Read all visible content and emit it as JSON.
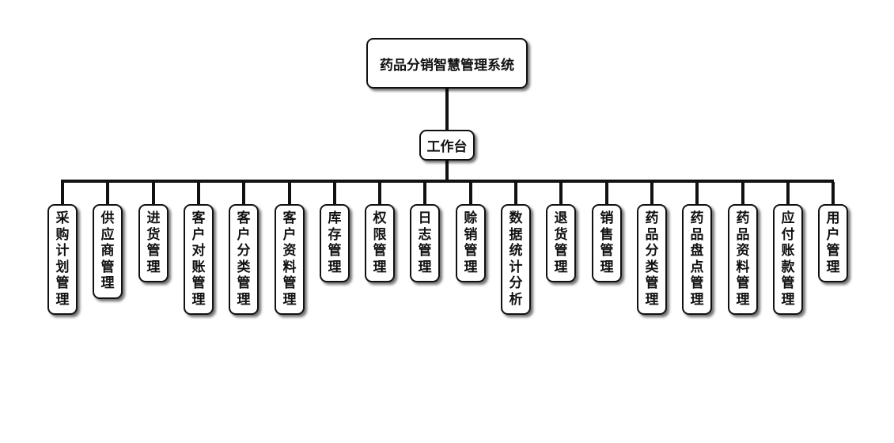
{
  "root": {
    "label": "药品分销智慧管理系统"
  },
  "middle": {
    "label": "工作台"
  },
  "leaves": [
    {
      "label": "采购计划管理"
    },
    {
      "label": "供应商管理"
    },
    {
      "label": "进货管理"
    },
    {
      "label": "客户对账管理"
    },
    {
      "label": "客户分类管理"
    },
    {
      "label": "客户资料管理"
    },
    {
      "label": "库存管理"
    },
    {
      "label": "权限管理"
    },
    {
      "label": "日志管理"
    },
    {
      "label": "赊销管理"
    },
    {
      "label": "数据统计分析"
    },
    {
      "label": "退货管理"
    },
    {
      "label": "销售管理"
    },
    {
      "label": "药品分类管理"
    },
    {
      "label": "药品盘点管理"
    },
    {
      "label": "药品资料管理"
    },
    {
      "label": "应付账款管理"
    },
    {
      "label": "用户管理"
    }
  ]
}
